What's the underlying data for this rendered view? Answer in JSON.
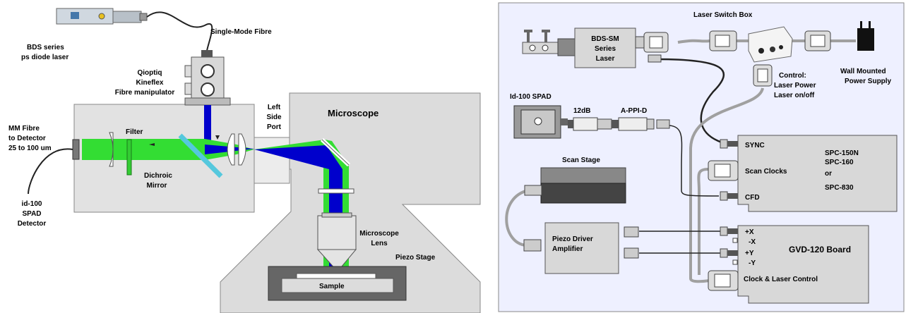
{
  "left": {
    "laser_title": [
      "BDS series",
      "ps diode laser"
    ],
    "fibre_label": "Single-Mode Fibre",
    "manipulator": [
      "Qioptiq",
      "Kineflex",
      "Fibre manipulator"
    ],
    "left_port": [
      "Left",
      "Side",
      "Port"
    ],
    "microscope": "Microscope",
    "mm_fibre": [
      "MM Fibre",
      "to Detector",
      "25 to 100 um"
    ],
    "filter": "Filter",
    "dichroic": [
      "Dichroic",
      "Mirror"
    ],
    "detector": [
      "id-100",
      "SPAD",
      "Detector"
    ],
    "lens": [
      "Microscope",
      "Lens"
    ],
    "piezo_stage": "Piezo Stage",
    "sample": "Sample"
  },
  "right": {
    "switch_box": "Laser Switch Box",
    "bds_box": [
      "BDS-SM",
      "Series",
      "Laser"
    ],
    "control": [
      "Control:",
      "Laser Power",
      "Laser on/off"
    ],
    "wall": [
      "Wall Mounted",
      "Power Supply"
    ],
    "spad": "Id-100 SPAD",
    "atten": "12dB",
    "appi": "A-PPI-D",
    "scan_stage": "Scan Stage",
    "sync": "SYNC",
    "scan_clocks": "Scan Clocks",
    "cfd": "CFD",
    "spc_models": [
      "SPC-150N",
      "SPC-160",
      "or",
      "SPC-830"
    ],
    "piezo_driver": [
      "Piezo Driver",
      "Amplifier"
    ],
    "px": "+X",
    "mx": "-X",
    "py": "+Y",
    "my": "-Y",
    "gvd": "GVD-120 Board",
    "clock_laser": "Clock & Laser Control"
  },
  "colors": {
    "beam_green": "#33dd33",
    "beam_blue": "#0000cc",
    "box_grey": "#d8d8d8",
    "panel_bg": "#eef0ff",
    "cable_grey": "#a0a0a0"
  }
}
